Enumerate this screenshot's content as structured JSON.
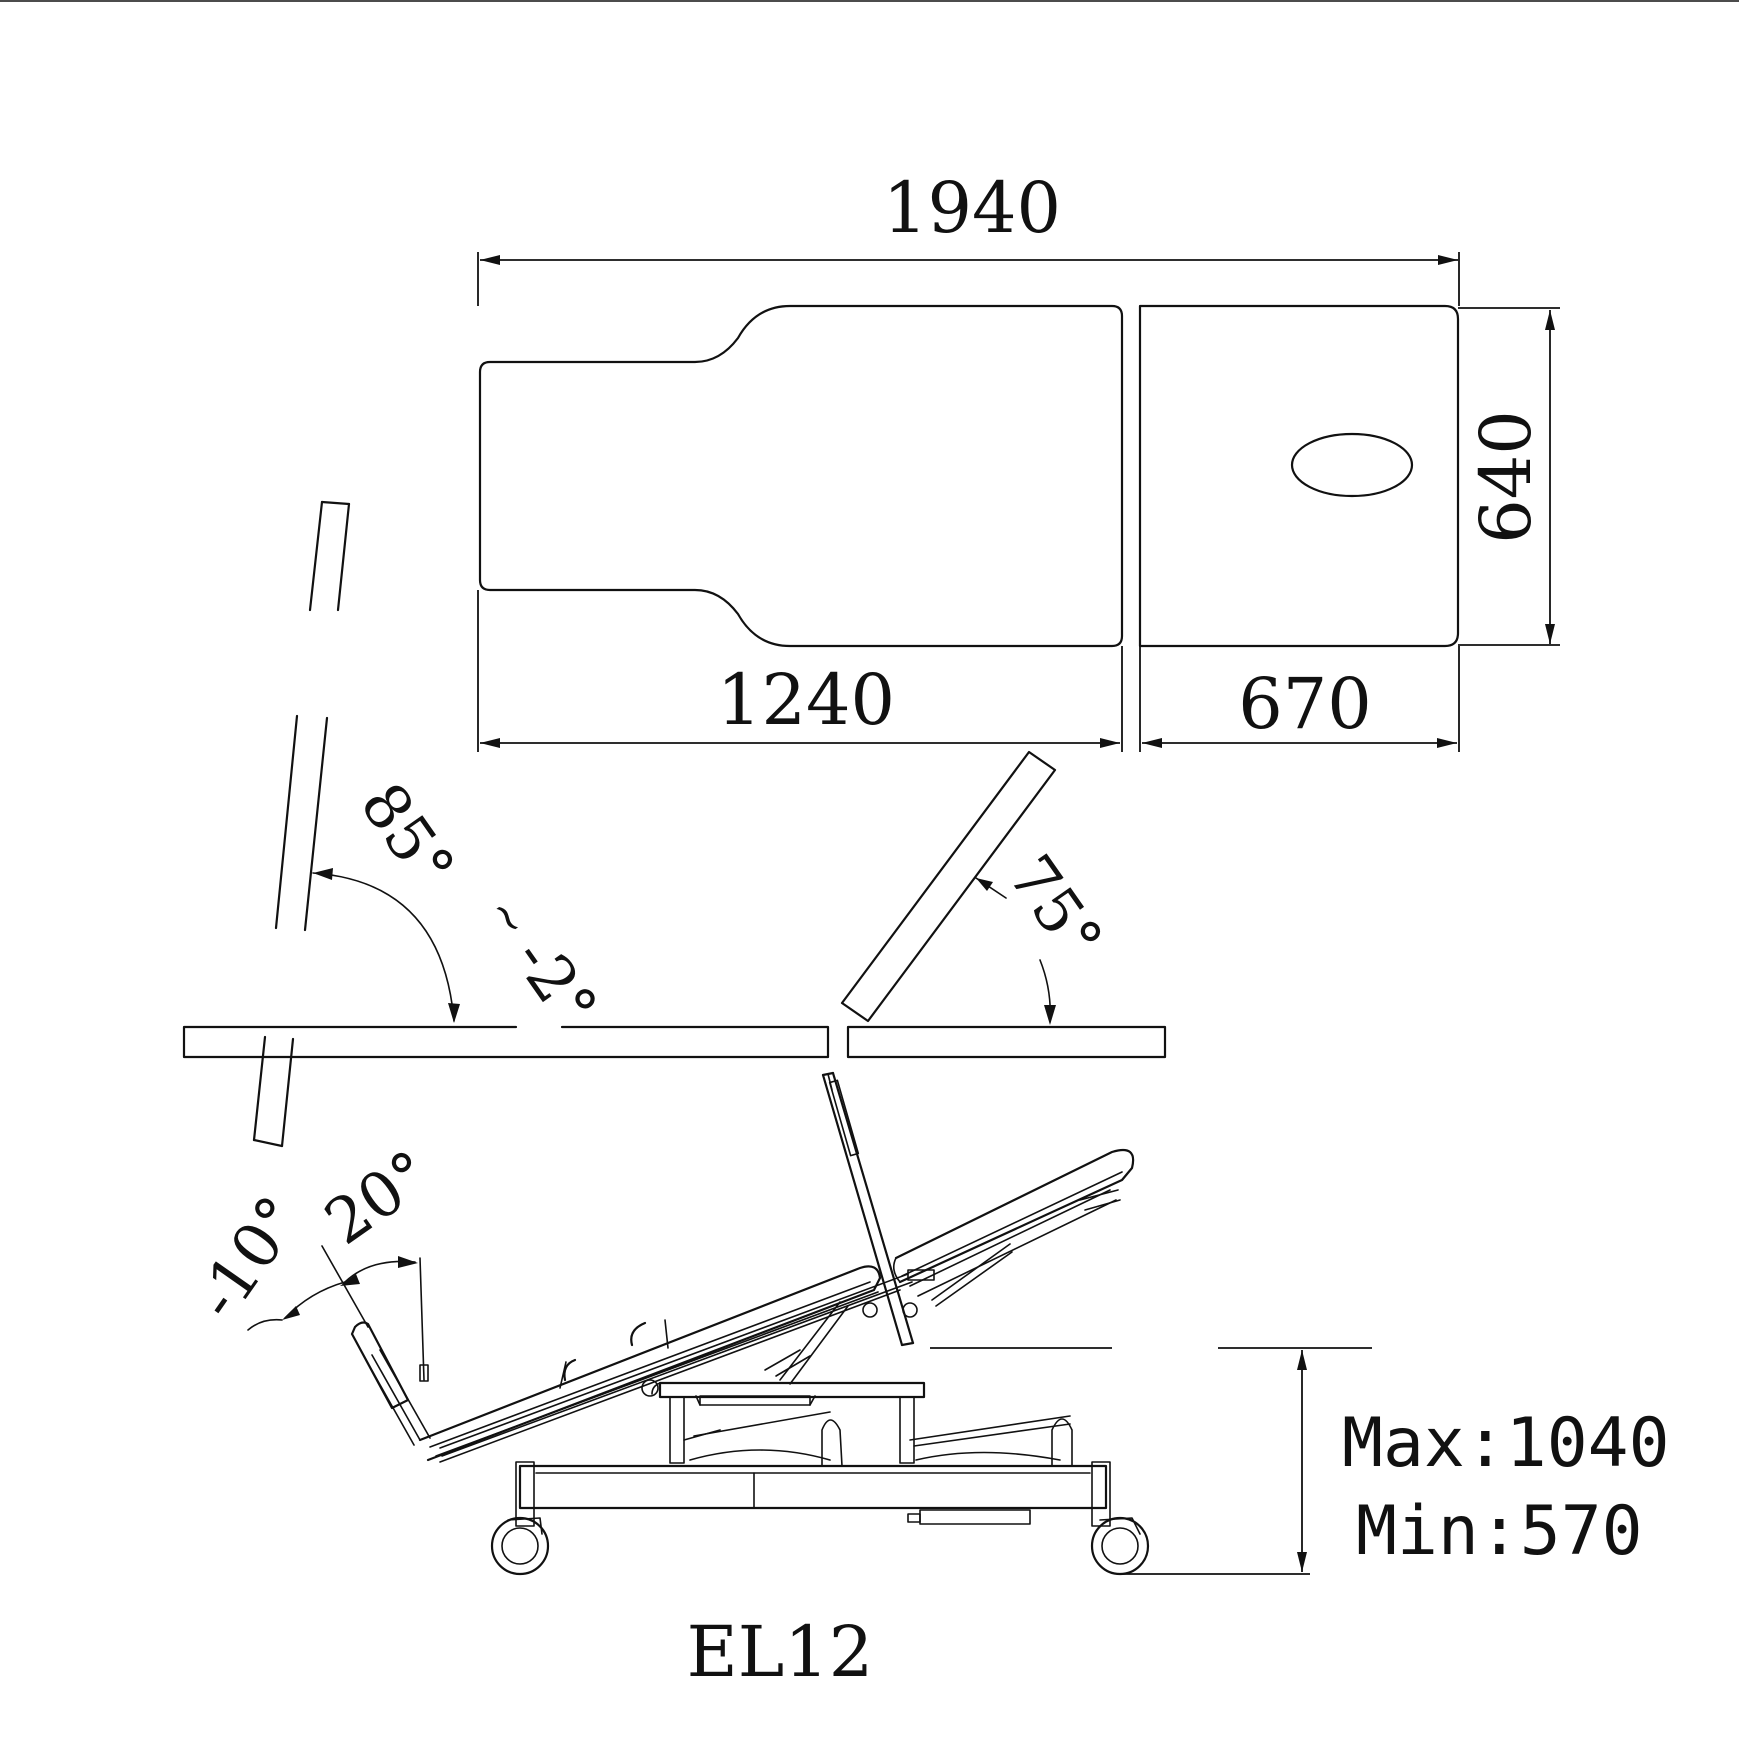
{
  "top_view": {
    "overall_length": "1940",
    "overall_width": "640",
    "body_section_length": "1240",
    "head_section_length": "670"
  },
  "side_view": {
    "backrest_angle": "85°",
    "backrest_angle_separator": "~",
    "backrest_angle_min": "-2°",
    "headrest_angle": "75°",
    "leg_angle_min": "-10°",
    "leg_angle_max": "20°"
  },
  "height_range": {
    "max_label": "Max:1040",
    "min_label": "Min:570"
  },
  "model": "EL12"
}
